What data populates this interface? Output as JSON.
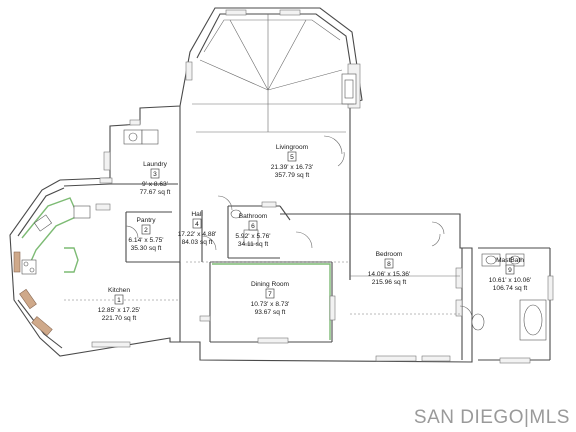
{
  "watermark": "SAN DIEGO|MLS",
  "rooms": [
    {
      "id": "kitchen",
      "name": "Kitchen",
      "number": "1",
      "dims": "12.85' x 17.25'",
      "area": "221.70 sq ft"
    },
    {
      "id": "pantry",
      "name": "Pantry",
      "number": "2",
      "dims": "6.14' x 5.75'",
      "area": "35.30 sq ft"
    },
    {
      "id": "laundry",
      "name": "Laundry",
      "number": "3",
      "dims": "9' x 8.63'",
      "area": "77.67 sq ft"
    },
    {
      "id": "hall",
      "name": "Hall",
      "number": "4",
      "dims": "17.22' x 4.88'",
      "area": "84.03 sq ft"
    },
    {
      "id": "livingroom",
      "name": "Livingroom",
      "number": "5",
      "dims": "21.39' x 16.73'",
      "area": "357.79 sq ft"
    },
    {
      "id": "bathroom",
      "name": "Bathroom",
      "number": "6",
      "dims": "5.92' x 5.76'",
      "area": "34.11 sq ft"
    },
    {
      "id": "diningroom",
      "name": "Dining Room",
      "number": "7",
      "dims": "10.73' x 8.73'",
      "area": "93.67 sq ft"
    },
    {
      "id": "bedroom",
      "name": "Bedroom",
      "number": "8",
      "dims": "14.06' x 15.36'",
      "area": "215.96 sq ft"
    },
    {
      "id": "mastbath",
      "name": "MastBath",
      "number": "9",
      "dims": "10.61' x 10.06'",
      "area": "106.74 sq ft"
    }
  ]
}
